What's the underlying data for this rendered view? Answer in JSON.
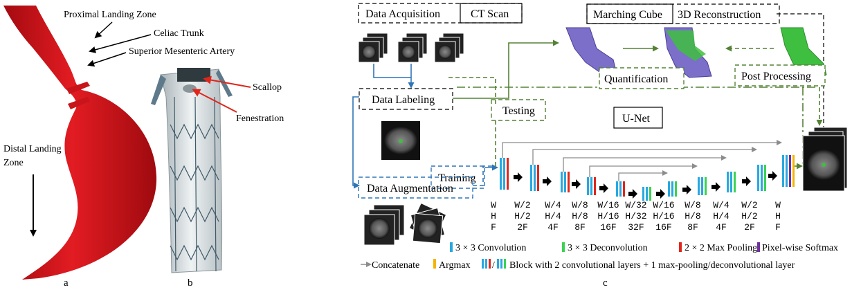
{
  "panel_a": {
    "caption": "a",
    "labels": {
      "proximal": "Proximal Landing Zone",
      "celiac": "Celiac Trunk",
      "sma": "Superior Mesenteric Artery",
      "distal_1": "Distal Landing",
      "distal_2": "Zone"
    }
  },
  "panel_b": {
    "caption": "b",
    "labels": {
      "scallop": "Scallop",
      "fenestration": "Fenestration"
    }
  },
  "panel_c": {
    "caption": "c",
    "boxes": {
      "data_acquisition": "Data Acquisition",
      "ct_scan": "CT Scan",
      "marching_cube": "Marching Cube",
      "reconstruction": "3D Reconstruction",
      "data_labeling": "Data Labeling",
      "quantification": "Quantification",
      "post_processing": "Post Processing",
      "testing": "Testing",
      "unet": "U-Net",
      "training": "Training",
      "data_augmentation": "Data Augmentation"
    },
    "dims": [
      [
        "W",
        "H",
        "F"
      ],
      [
        "W/2",
        "H/2",
        "2F"
      ],
      [
        "W/4",
        "H/4",
        "4F"
      ],
      [
        "W/8",
        "H/8",
        "8F"
      ],
      [
        "W/16",
        "H/16",
        "16F"
      ],
      [
        "W/32",
        "H/32",
        "32F"
      ],
      [
        "W/16",
        "H/16",
        "16F"
      ],
      [
        "W/8",
        "H/8",
        "8F"
      ],
      [
        "W/4",
        "H/4",
        "4F"
      ],
      [
        "W/2",
        "H/2",
        "2F"
      ],
      [
        "W",
        "H",
        "F"
      ]
    ],
    "legend": {
      "conv": "3 × 3 Convolution",
      "deconv": "3 × 3 Deconvolution",
      "maxpool": "2 × 2 Max Pooling",
      "softmax": "Pixel-wise Softmax",
      "concat": "Concatenate",
      "argmax": "Argmax",
      "block": "Block with 2 convolutional layers + 1 max-pooling/deconvolutional layer",
      "slash": "/"
    },
    "colors": {
      "conv": "#29a8e0",
      "deconv": "#39d353",
      "maxpool": "#e0261b",
      "softmax": "#7030a0",
      "argmax": "#f5b400",
      "concat": "#8c8c8c",
      "blue_flow": "#2e75b6",
      "green_flow": "#548235",
      "aorta": "#d9141b",
      "mesh_purple": "#7b6fc9",
      "mesh_green": "#3fbf3f"
    }
  }
}
